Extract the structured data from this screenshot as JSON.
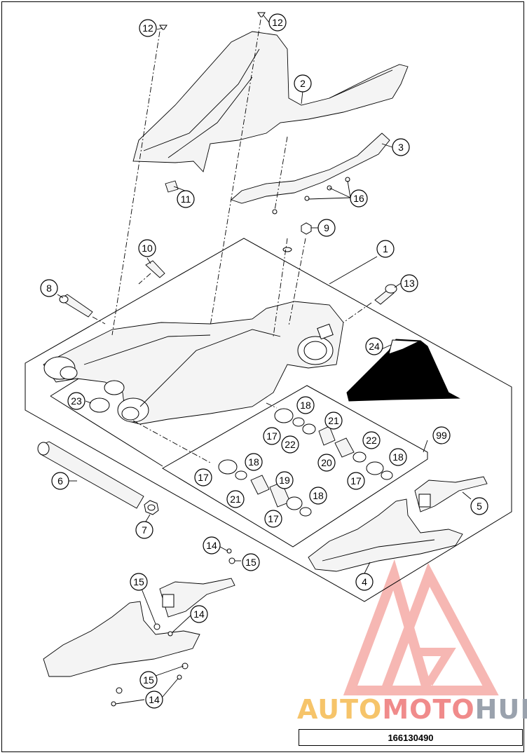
{
  "reference_number": "166130490",
  "watermark": {
    "part1": "AUTO",
    "part2": "MOTO",
    "part3": "HUB"
  },
  "callouts": {
    "c1": "1",
    "c2": "2",
    "c3": "3",
    "c4": "4",
    "c5": "5",
    "c6": "6",
    "c7": "7",
    "c8": "8",
    "c9": "9",
    "c10": "10",
    "c11": "11",
    "c12a": "12",
    "c12b": "12",
    "c13": "13",
    "c14a": "14",
    "c14b": "14",
    "c14c": "14",
    "c15a": "15",
    "c15b": "15",
    "c15c": "15",
    "c16": "16",
    "c17a": "17",
    "c17b": "17",
    "c17c": "17",
    "c17d": "17",
    "c18a": "18",
    "c18b": "18",
    "c18c": "18",
    "c18d": "18",
    "c19": "19",
    "c20": "20",
    "c21a": "21",
    "c21b": "21",
    "c22a": "22",
    "c22b": "22",
    "c23": "23",
    "c24": "24",
    "c99": "99"
  },
  "colors": {
    "line": "#000000",
    "watermark_red": "#f4a09a",
    "watermark_yellow": "#f6c46a",
    "watermark_grey": "#9aa2ad"
  }
}
